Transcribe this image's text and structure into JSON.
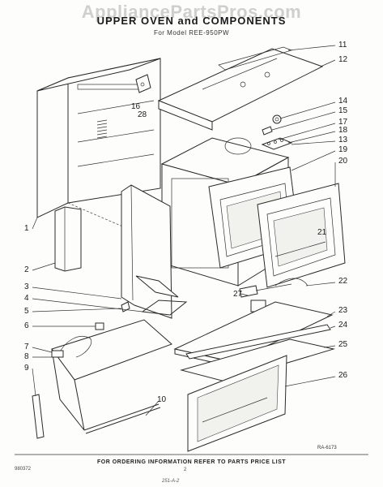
{
  "watermark": "AppliancePartsPros.com",
  "title": "UPPER OVEN and COMPONENTS",
  "subtitle": "For Model REE-950PW",
  "footer": {
    "ordering_info": "FOR ORDERING INFORMATION REFER TO PARTS PRICE LIST",
    "left_code": "980372",
    "page_number": "2",
    "bottom_code": "251-A-2"
  },
  "ref_code": "RA-6173",
  "callouts": [
    {
      "id": "1",
      "label": "1"
    },
    {
      "id": "2",
      "label": "2"
    },
    {
      "id": "3",
      "label": "3"
    },
    {
      "id": "4",
      "label": "4"
    },
    {
      "id": "5",
      "label": "5"
    },
    {
      "id": "6",
      "label": "6"
    },
    {
      "id": "7",
      "label": "7"
    },
    {
      "id": "8",
      "label": "8"
    },
    {
      "id": "9",
      "label": "9"
    },
    {
      "id": "10",
      "label": "10"
    },
    {
      "id": "11",
      "label": "11"
    },
    {
      "id": "12",
      "label": "12"
    },
    {
      "id": "13",
      "label": "13"
    },
    {
      "id": "14",
      "label": "14"
    },
    {
      "id": "15",
      "label": "15"
    },
    {
      "id": "16",
      "label": "16"
    },
    {
      "id": "17",
      "label": "17"
    },
    {
      "id": "18",
      "label": "18"
    },
    {
      "id": "19",
      "label": "19"
    },
    {
      "id": "20",
      "label": "20"
    },
    {
      "id": "21",
      "label": "21"
    },
    {
      "id": "22",
      "label": "22"
    },
    {
      "id": "23",
      "label": "23"
    },
    {
      "id": "24",
      "label": "24"
    },
    {
      "id": "25",
      "label": "25"
    },
    {
      "id": "26",
      "label": "26"
    },
    {
      "id": "27",
      "label": "27"
    },
    {
      "id": "28",
      "label": "28"
    }
  ]
}
